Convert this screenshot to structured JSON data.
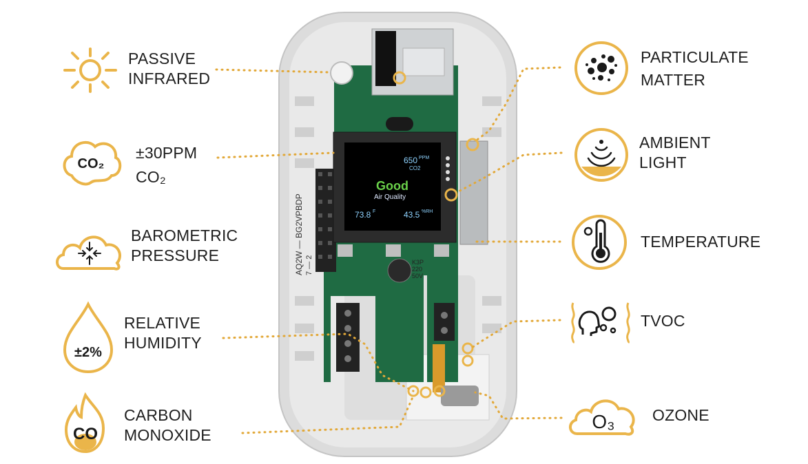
{
  "accent_color": "#eab54a",
  "device": {
    "screen": {
      "co2_value": "650",
      "co2_unit": "PPM",
      "co2_label": "CO2",
      "status": "Good",
      "status_sub": "Air Quality",
      "temperature": "73.8",
      "temperature_unit": "F",
      "humidity": "43.5",
      "humidity_unit": "%RH"
    },
    "board_marking": "AQ2W — BG2VPBDP",
    "board_marking_sub": "7 — 2",
    "capacitor_text": [
      "K3P",
      "220",
      "50V"
    ]
  },
  "features_left": [
    {
      "icon": "sun-icon",
      "lines": [
        "PASSIVE",
        "INFRARED"
      ]
    },
    {
      "icon": "co2-cloud-icon",
      "lines": [
        "±30PPM",
        "CO₂"
      ],
      "icon_text": "CO₂"
    },
    {
      "icon": "pressure-cloud-icon",
      "lines": [
        "BAROMETRIC",
        "PRESSURE"
      ]
    },
    {
      "icon": "humidity-drop-icon",
      "lines": [
        "RELATIVE",
        "HUMIDITY"
      ],
      "icon_text": "±2%"
    },
    {
      "icon": "co-flame-icon",
      "lines": [
        "CARBON",
        "MONOXIDE"
      ],
      "icon_text": "CO"
    }
  ],
  "features_right": [
    {
      "icon": "particulate-icon",
      "lines": [
        "PARTICULATE",
        "MATTER"
      ]
    },
    {
      "icon": "ambient-light-icon",
      "lines": [
        "AMBIENT",
        "LIGHT"
      ]
    },
    {
      "icon": "thermometer-icon",
      "lines": [
        "TEMPERATURE"
      ]
    },
    {
      "icon": "tvoc-head-icon",
      "lines": [
        "TVOC"
      ]
    },
    {
      "icon": "ozone-cloud-icon",
      "lines": [
        "OZONE"
      ],
      "icon_text": "O₃"
    }
  ]
}
